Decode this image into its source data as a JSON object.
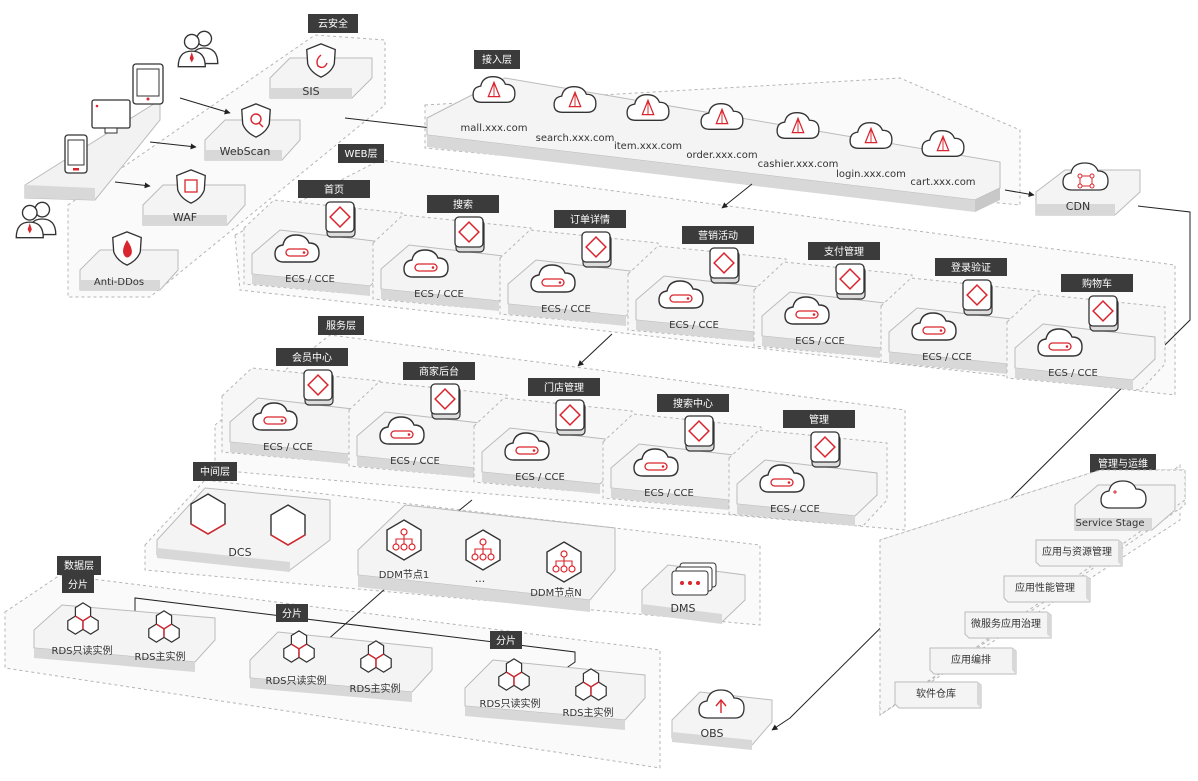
{
  "layers": {
    "cloud_security": "云安全",
    "access": "接入层",
    "web": "WEB层",
    "service": "服务层",
    "middle": "中间层",
    "data": "数据层",
    "ops": "管理与运维"
  },
  "security": {
    "sis": "SIS",
    "webscan": "WebScan",
    "waf": "WAF",
    "anti_ddos": "Anti-DDos"
  },
  "domains": [
    "mall.xxx.com",
    "search.xxx.com",
    "item.xxx.com",
    "order.xxx.com",
    "cashier.xxx.com",
    "login.xxx.com",
    "cart.xxx.com"
  ],
  "cdn": "CDN",
  "ecs_label": "ECS / CCE",
  "web_modules": [
    "首页",
    "搜索",
    "订单详情",
    "营销活动",
    "支付管理",
    "登录验证",
    "购物车"
  ],
  "service_modules": [
    "会员中心",
    "商家后台",
    "门店管理",
    "搜索中心",
    "管理"
  ],
  "middleware": {
    "dcs": "DCS",
    "ddm1": "DDM节点1",
    "ellipsis": "···",
    "ddmn": "DDM节点N",
    "dms": "DMS"
  },
  "data_layer": {
    "shard": "分片",
    "rds_ro": "RDS只读实例",
    "rds_main": "RDS主实例",
    "obs": "OBS"
  },
  "ops": {
    "service_stage": "Service Stage",
    "items": [
      "应用与资源管理",
      "应用性能管理",
      "微服务应用治理",
      "应用编排",
      "软件仓库"
    ]
  },
  "colors": {
    "accent": "#d9262e",
    "slab_top": "#f4f4f4",
    "slab_side": "#d8d8d8",
    "tag_bg": "#3b3b3b",
    "zone_border": "#b5b5b5"
  }
}
